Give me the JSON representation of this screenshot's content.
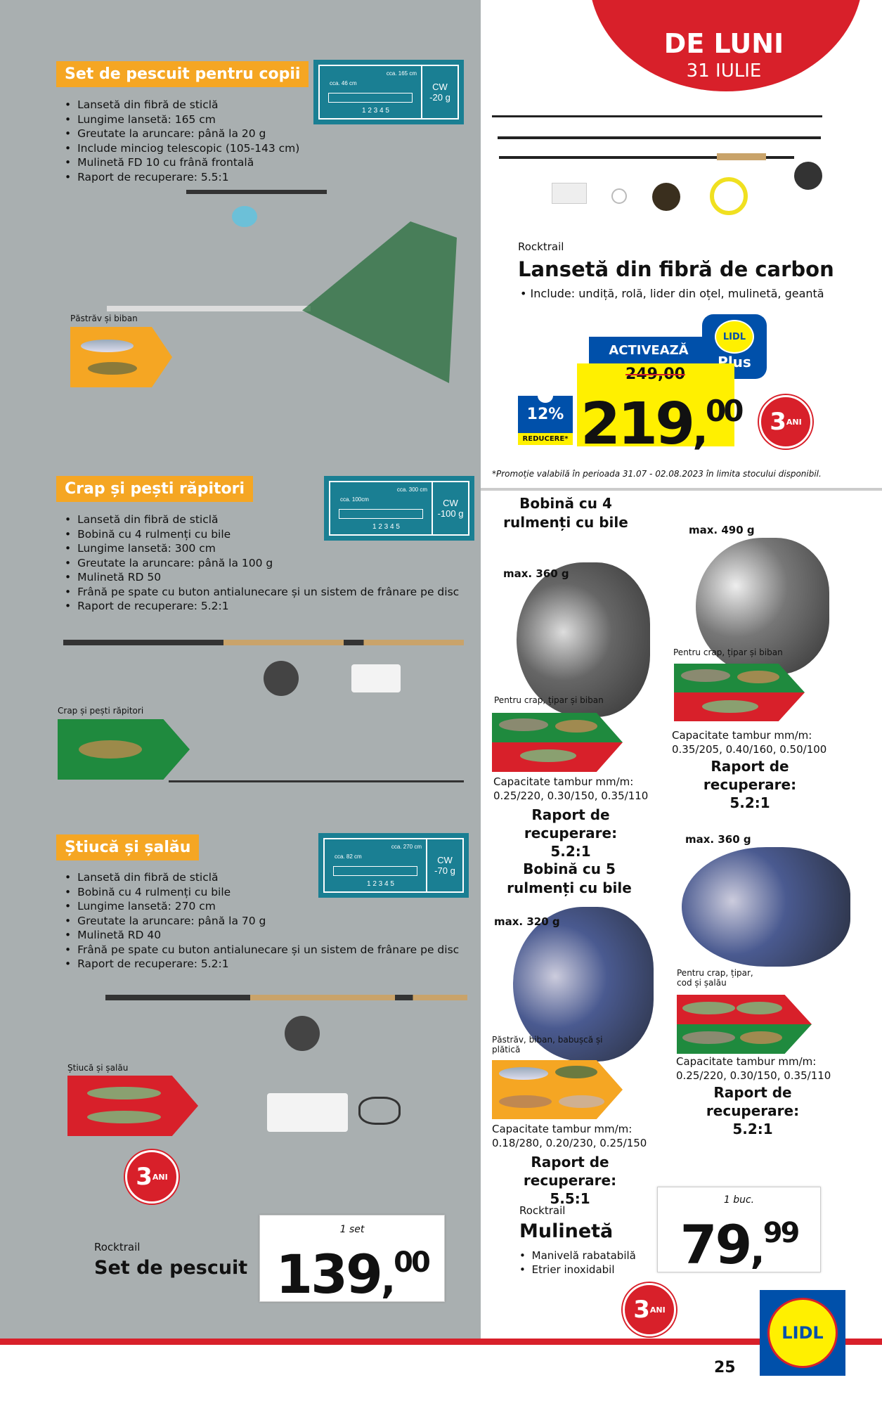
{
  "banner": {
    "line1": "DE LUNI",
    "line2": "31 IULIE"
  },
  "carbon": {
    "brand": "Rocktrail",
    "title": "Lansetă din fibră de carbon",
    "include": "Include: undiță, rolă, lider din oțel, mulinetă, geantă",
    "activate": "ACTIVEAZĂ",
    "app_logo": "LIDL",
    "app_label": "Plus",
    "old_price": "249,00",
    "price_int": "219",
    "price_dec": "00",
    "discount": "12%",
    "discount_label": "REDUCERE*",
    "warranty_years": "3",
    "warranty_unit": "ANI",
    "note": "*Promoție valabilă în perioada 31.07 - 02.08.2023 în limita stocului disponibil."
  },
  "sections": [
    {
      "label": "Set de pescuit pentru copii",
      "spec": {
        "total": "cca. 165 cm",
        "closed": "cca. 46 cm",
        "parts": "1 2 3 4 5",
        "cw1": "CW",
        "cw2": "-20 g"
      },
      "bullets": [
        "Lansetă din fibră de sticlă",
        "Lungime lansetă: 165 cm",
        "Greutate la aruncare: până la 20 g",
        "Include minciog telescopic (105-143 cm)",
        "Mulinetă FD 10 cu frână frontală",
        "Raport de recuperare: 5.5:1"
      ],
      "fish_label": "Păstrăv și biban",
      "fish_color": "#f5a623"
    },
    {
      "label": "Crap și pești răpitori",
      "spec": {
        "total": "cca. 300 cm",
        "closed": "cca. 100cm",
        "parts": "1 2 3 4 5",
        "cw1": "CW",
        "cw2": "-100 g"
      },
      "bullets": [
        "Lansetă din fibră de sticlă",
        "Bobină cu 4 rulmenți cu bile",
        "Lungime lansetă: 300 cm",
        "Greutate la aruncare: până la 100 g",
        "Mulinetă RD 50",
        "Frână pe spate cu buton antialunecare și un sistem de frânare pe disc",
        "Raport de recuperare: 5.2:1"
      ],
      "fish_label": "Crap și pești răpitori",
      "fish_color": "#1f8a3e"
    },
    {
      "label": "Știucă și șalău",
      "spec": {
        "total": "cca. 270 cm",
        "closed": "cca. 82 cm",
        "parts": "1 2 3 4 5",
        "cw1": "CW",
        "cw2": "-70 g"
      },
      "bullets": [
        "Lansetă din fibră de sticlă",
        "Bobină cu 4 rulmenți cu bile",
        "Lungime lansetă: 270 cm",
        "Greutate la aruncare: până la 70 g",
        "Mulinetă RD 40",
        "Frână pe spate cu buton antialunecare și un sistem de frânare pe disc",
        "Raport de recuperare: 5.2:1"
      ],
      "fish_label": "Știucă și șalău",
      "fish_color": "#d8202a"
    }
  ],
  "set": {
    "brand": "Rocktrail",
    "title": "Set de pescuit",
    "unit": "1 set",
    "price_int": "139",
    "price_dec": "00",
    "warranty_years": "3",
    "warranty_unit": "ANI"
  },
  "reels": {
    "h4": "Bobină cu 4 rulmenți cu bile",
    "h5": "Bobină cu 5 rulmenți cu bile",
    "items": [
      {
        "max": "max. 360 g",
        "fish_label": "Pentru crap, țipar și biban",
        "cap_title": "Capacitate tambur mm/m:",
        "cap": "0.25/220, 0.30/150, 0.35/110",
        "rap": "Raport de recuperare:",
        "ratio": "5.2:1"
      },
      {
        "max": "max. 490 g",
        "fish_label": "Pentru crap, țipar și biban",
        "cap_title": "Capacitate tambur mm/m:",
        "cap": "0.35/205, 0.40/160, 0.50/100",
        "rap": "Raport de recuperare:",
        "ratio": "5.2:1"
      },
      {
        "max": "max. 320 g",
        "fish_label": "Păstrăv, biban, babușcă și plătică",
        "cap_title": "Capacitate tambur mm/m:",
        "cap": "0.18/280, 0.20/230, 0.25/150",
        "rap": "Raport de recuperare:",
        "ratio": "5.5:1"
      },
      {
        "max": "max. 360 g",
        "fish_label": "Pentru crap, țipar, cod și șalău",
        "cap_title": "Capacitate tambur mm/m:",
        "cap": "0.25/220, 0.30/150, 0.35/110",
        "rap": "Raport de recuperare:",
        "ratio": "5.2:1"
      }
    ]
  },
  "mulineta": {
    "brand": "Rocktrail",
    "title": "Mulinetă",
    "bullets": [
      "Manivelă rabatabilă",
      "Etrier inoxidabil"
    ],
    "unit": "1 buc.",
    "price_int": "79",
    "price_dec": "99",
    "warranty_years": "3",
    "warranty_unit": "ANI"
  },
  "footer": {
    "logo": "LIDL",
    "page": "25"
  },
  "colors": {
    "lidl_blue": "#0050aa",
    "lidl_yellow": "#fff000",
    "red": "#d8202a",
    "orange": "#f5a623",
    "teal": "#1a7f93"
  }
}
